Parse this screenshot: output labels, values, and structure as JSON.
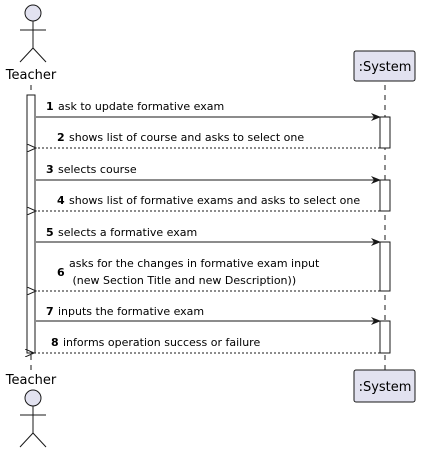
{
  "participants": {
    "actor": {
      "name": "Teacher",
      "icon": "stick-figure-icon"
    },
    "system": {
      "name": ":System"
    }
  },
  "colors": {
    "box_fill": "#E2E2F0",
    "box_stroke": "#181818",
    "lifeline": "#181818",
    "activation_fill": "#FFFFFF"
  },
  "messages": [
    {
      "number": "1",
      "lines": [
        "ask to update formative exam"
      ],
      "direction": "request"
    },
    {
      "number": "2",
      "lines": [
        "shows list of course and asks to select one"
      ],
      "direction": "response"
    },
    {
      "number": "3",
      "lines": [
        "selects course"
      ],
      "direction": "request"
    },
    {
      "number": "4",
      "lines": [
        "shows list of formative exams and asks to select one"
      ],
      "direction": "response"
    },
    {
      "number": "5",
      "lines": [
        "selects a formative exam"
      ],
      "direction": "request"
    },
    {
      "number": "6",
      "lines": [
        "asks for the changes in formative exam input",
        " (new Section Title and new Description))"
      ],
      "direction": "response"
    },
    {
      "number": "7",
      "lines": [
        "inputs the formative exam"
      ],
      "direction": "request"
    },
    {
      "number": "8",
      "lines": [
        "informs operation success or failure"
      ],
      "direction": "response"
    }
  ]
}
